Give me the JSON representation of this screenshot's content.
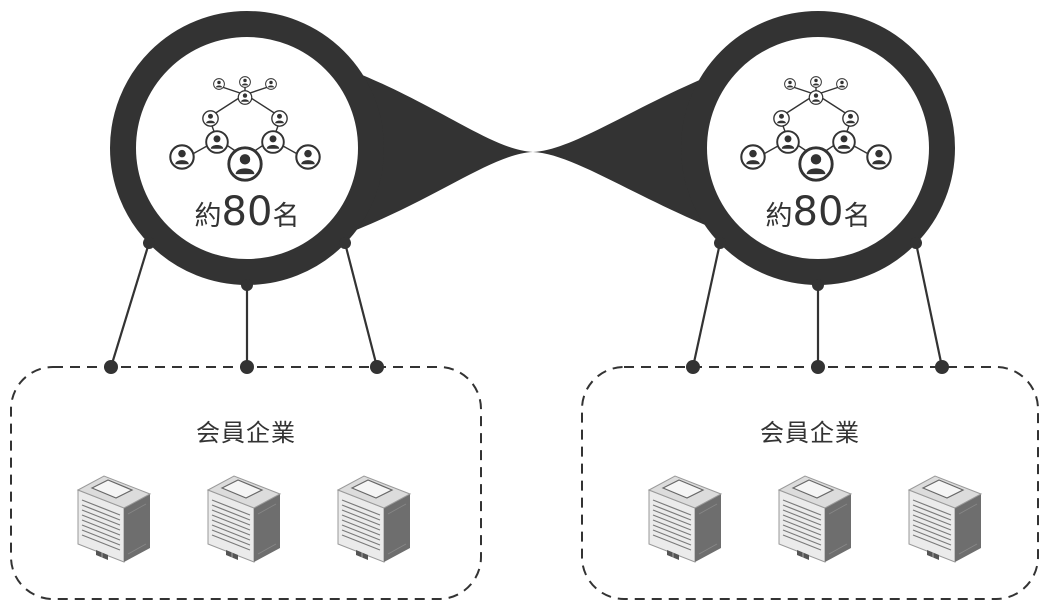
{
  "groups": [
    {
      "count_prefix": "約",
      "count_number": "80",
      "count_suffix": "名",
      "box_label": "会員企業"
    },
    {
      "count_prefix": "約",
      "count_number": "80",
      "count_suffix": "名",
      "box_label": "会員企業"
    }
  ],
  "colors": {
    "dark": "#333333",
    "building_light": "#ebebeb",
    "building_mid": "#cfcfcf",
    "building_dark": "#6e6e6e"
  },
  "icons": {
    "network": "people-network-icon",
    "building": "office-building-icon"
  }
}
